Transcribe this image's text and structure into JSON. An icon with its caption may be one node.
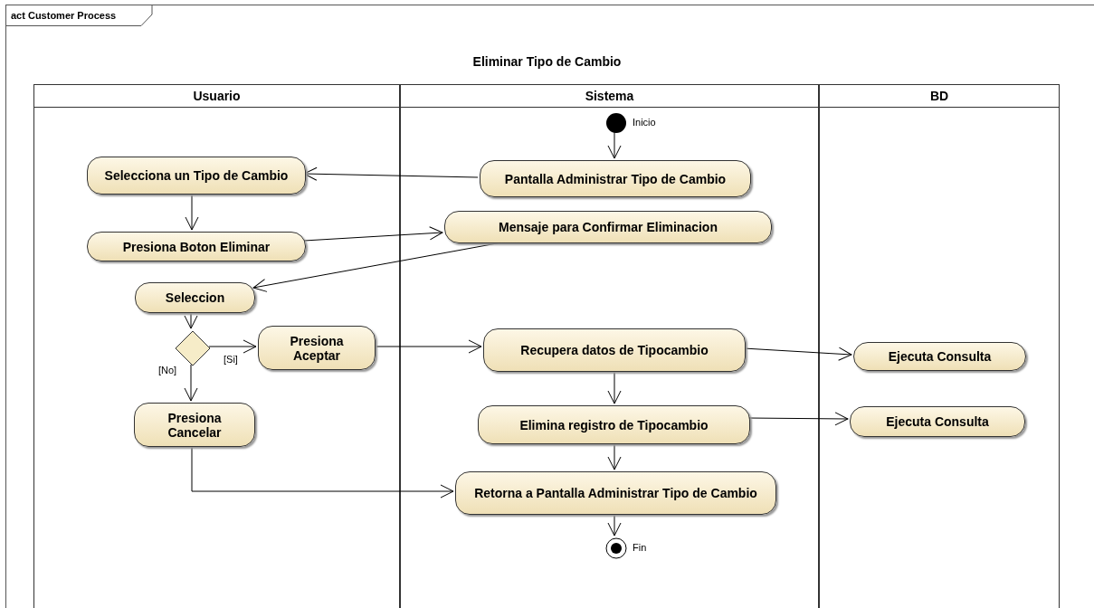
{
  "diagram": {
    "title": "Eliminar Tipo de Cambio",
    "nodes": [
      {
        "text": [
          "act Customer Process"
        ]
      },
      {
        "text": [
          "Usuario"
        ],
        "in": 0
      },
      {
        "text": [
          "Sistema"
        ],
        "in": 0
      },
      {
        "text": [
          "BD"
        ],
        "in": 0
      },
      {
        "text": [],
        "shape": "circle",
        "in": 2,
        "beside": [
          "Inicio"
        ]
      },
      {
        "text": [
          "Pantalla Administrar Tipo de Cambio"
        ],
        "in": 2
      },
      {
        "text": [
          "Selecciona un Tipo de Cambio"
        ],
        "in": 1
      },
      {
        "text": [
          "Presiona Boton Eliminar"
        ],
        "in": 1
      },
      {
        "text": [
          "Mensaje para Confirmar Eliminacion"
        ],
        "in": 2
      },
      {
        "text": [
          "Seleccion"
        ],
        "in": 1
      },
      {
        "text": [],
        "shape": "diamond",
        "in": 1
      },
      {
        "text": [
          "Presiona Aceptar"
        ],
        "in": 1
      },
      {
        "text": [
          "Presiona Cancelar"
        ],
        "in": 1
      },
      {
        "text": [
          "Recupera datos de Tipocambio"
        ],
        "in": 2
      },
      {
        "text": [
          "Ejecuta Consulta"
        ],
        "in": 3
      },
      {
        "text": [
          "Elimina registro de Tipocambio"
        ],
        "in": 2
      },
      {
        "text": [
          "Ejecuta Consulta"
        ],
        "in": 3
      },
      {
        "text": [
          "Retorna a Pantalla Administrar Tipo de Cambio"
        ],
        "in": 2
      },
      {
        "text": [],
        "shape": "bullseye",
        "in": 2,
        "beside": [
          "Fin"
        ]
      }
    ],
    "edges": [
      {
        "from": 4,
        "to": 5,
        "arrow": "to"
      },
      {
        "from": 5,
        "to": 6,
        "arrow": "to"
      },
      {
        "from": 6,
        "to": 7,
        "arrow": "to"
      },
      {
        "from": 7,
        "to": 8,
        "arrow": "to"
      },
      {
        "from": 8,
        "to": 9,
        "arrow": "to"
      },
      {
        "from": 9,
        "to": 10,
        "arrow": "to"
      },
      {
        "from": 10,
        "to": 11,
        "arrow": "to",
        "label": "[Si]"
      },
      {
        "from": 10,
        "to": 12,
        "arrow": "to",
        "label": "[No]"
      },
      {
        "from": 11,
        "to": 13,
        "arrow": "to"
      },
      {
        "from": 13,
        "to": 14,
        "arrow": "to"
      },
      {
        "from": 13,
        "to": 15,
        "arrow": "to"
      },
      {
        "from": 15,
        "to": 16,
        "arrow": "to"
      },
      {
        "from": 15,
        "to": 17,
        "arrow": "to"
      },
      {
        "from": 12,
        "to": 17,
        "arrow": "to"
      },
      {
        "from": 17,
        "to": 18,
        "arrow": "to"
      }
    ]
  }
}
